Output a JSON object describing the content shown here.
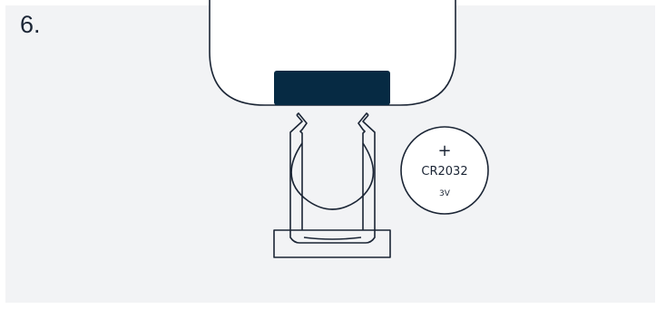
{
  "step": {
    "number": "6."
  },
  "battery": {
    "polarity": "+",
    "model": "CR2032",
    "voltage": "3V"
  },
  "colors": {
    "background_panel": "#f2f3f5",
    "device_body": "#ffffff",
    "outline": "#1b2535",
    "battery_slot": "#062a43"
  },
  "icons": {
    "remote": "remote-control-icon",
    "battery_holder": "battery-tray-icon",
    "battery": "coin-cell-battery-icon"
  }
}
